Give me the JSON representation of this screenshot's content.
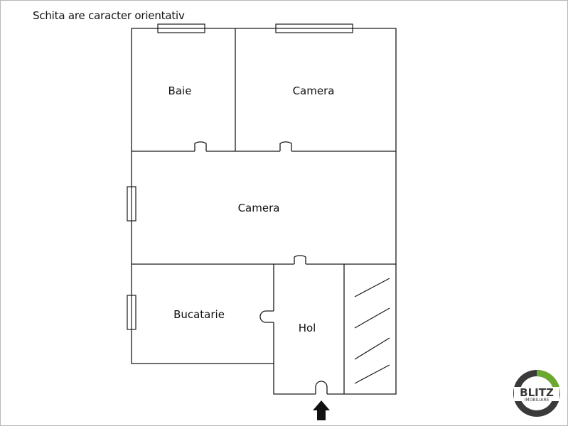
{
  "note": "Schita are caracter orientativ",
  "rooms": {
    "baie": "Baie",
    "camera_top": "Camera",
    "camera_main": "Camera",
    "bucatarie": "Bucatarie",
    "hol": "Hol"
  },
  "logo": {
    "word": "BLITZ",
    "sub": "IMOBILIARE",
    "ring_color": "#6aa82e",
    "dark_color": "#3a3a3a"
  },
  "colors": {
    "wall": "#1a1a1a",
    "entrance_arrow": "#111111"
  }
}
